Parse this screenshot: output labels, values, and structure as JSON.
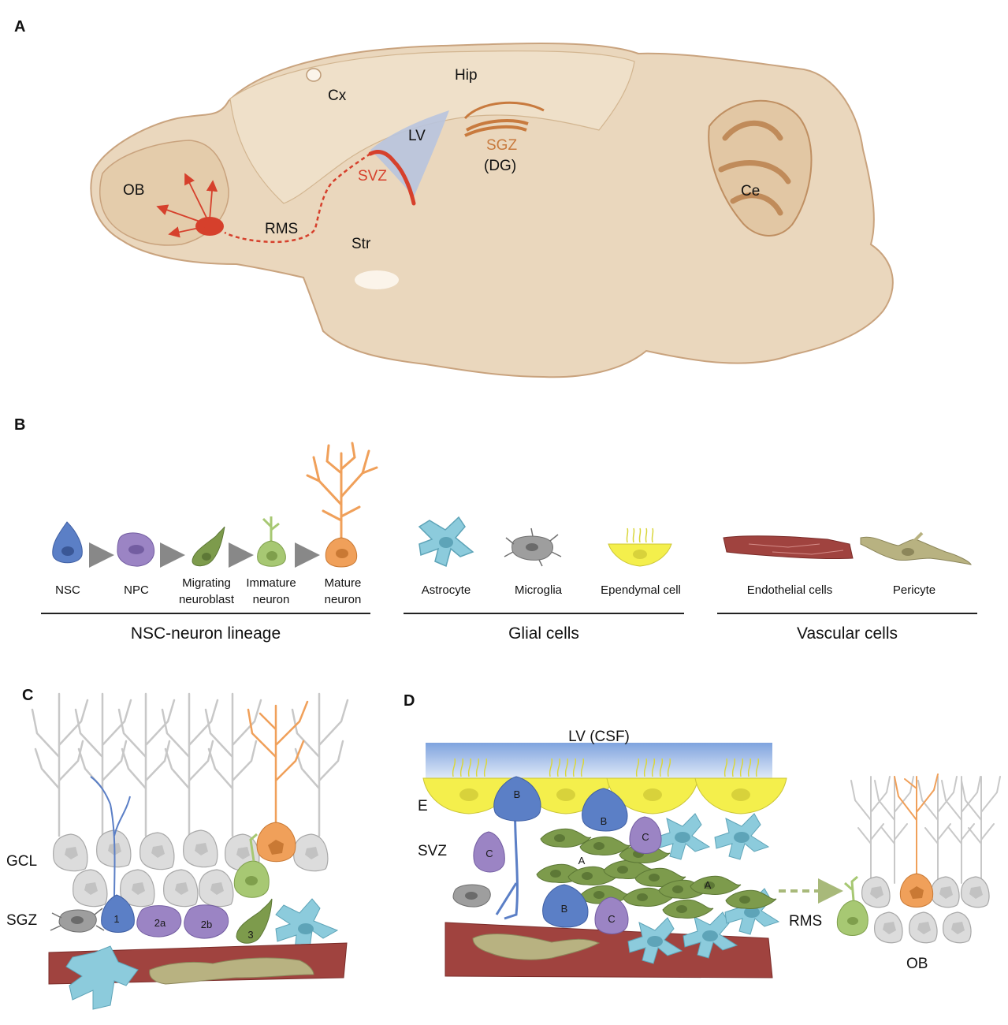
{
  "panels": {
    "a": "A",
    "b": "B",
    "c": "C",
    "d": "D"
  },
  "panel_a": {
    "regions": {
      "ob": "OB",
      "rms": "RMS",
      "cx": "Cx",
      "hip": "Hip",
      "lv": "LV",
      "svz": "SVZ",
      "sgz": "SGZ",
      "dg": "(DG)",
      "str": "Str",
      "ce": "Ce"
    },
    "colors": {
      "tissue": "#ead7bd",
      "svz_path": "#d6402c",
      "sgz": "#c87a3e",
      "ventricle": "#b8c4de"
    }
  },
  "panel_b": {
    "cells": {
      "nsc": "NSC",
      "npc": "NPC",
      "migrating": [
        "Migrating",
        "neuroblast"
      ],
      "immature": [
        "Immature",
        "neuron"
      ],
      "mature": [
        "Mature",
        "neuron"
      ],
      "astrocyte": "Astrocyte",
      "microglia": "Microglia",
      "ependymal": "Ependymal cell",
      "endothelial": "Endothelial cells",
      "pericyte": "Pericyte"
    },
    "groups": {
      "lineage": "NSC-neuron lineage",
      "glial": "Glial cells",
      "vascular": "Vascular cells"
    },
    "colors": {
      "nsc": "#5b7fc6",
      "npc": "#9b84c4",
      "neuroblast": "#7d9b4c",
      "immature": "#a7c873",
      "mature": "#f0a05a",
      "astrocyte": "#8ccbdc",
      "microglia": "#9e9e9e",
      "ependymal": "#f4ef4c",
      "endothelial": "#a0433f",
      "pericyte": "#b8b281"
    }
  },
  "panel_c": {
    "layers": {
      "gcl": "GCL",
      "sgz": "SGZ"
    },
    "cell_labels": {
      "c1": "1",
      "c2a": "2a",
      "c2b": "2b",
      "c3": "3"
    }
  },
  "panel_d": {
    "top": "LV (CSF)",
    "layers": {
      "e": "E",
      "svz": "SVZ"
    },
    "cell_labels": {
      "b": "B",
      "c": "C",
      "a": "A"
    },
    "rms": "RMS",
    "ob": "OB"
  }
}
